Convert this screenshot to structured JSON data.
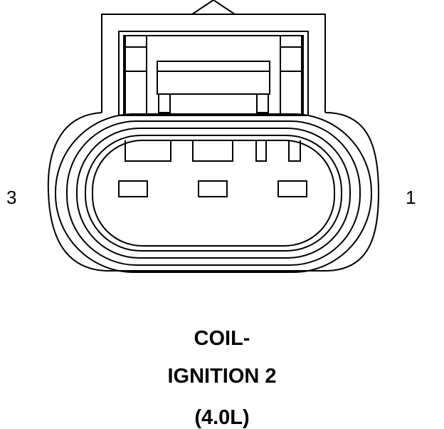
{
  "pins": {
    "left": "3",
    "right": "1"
  },
  "caption": {
    "line1": "COIL-",
    "line2": "IGNITION 2",
    "line3": "(4.0L)"
  }
}
